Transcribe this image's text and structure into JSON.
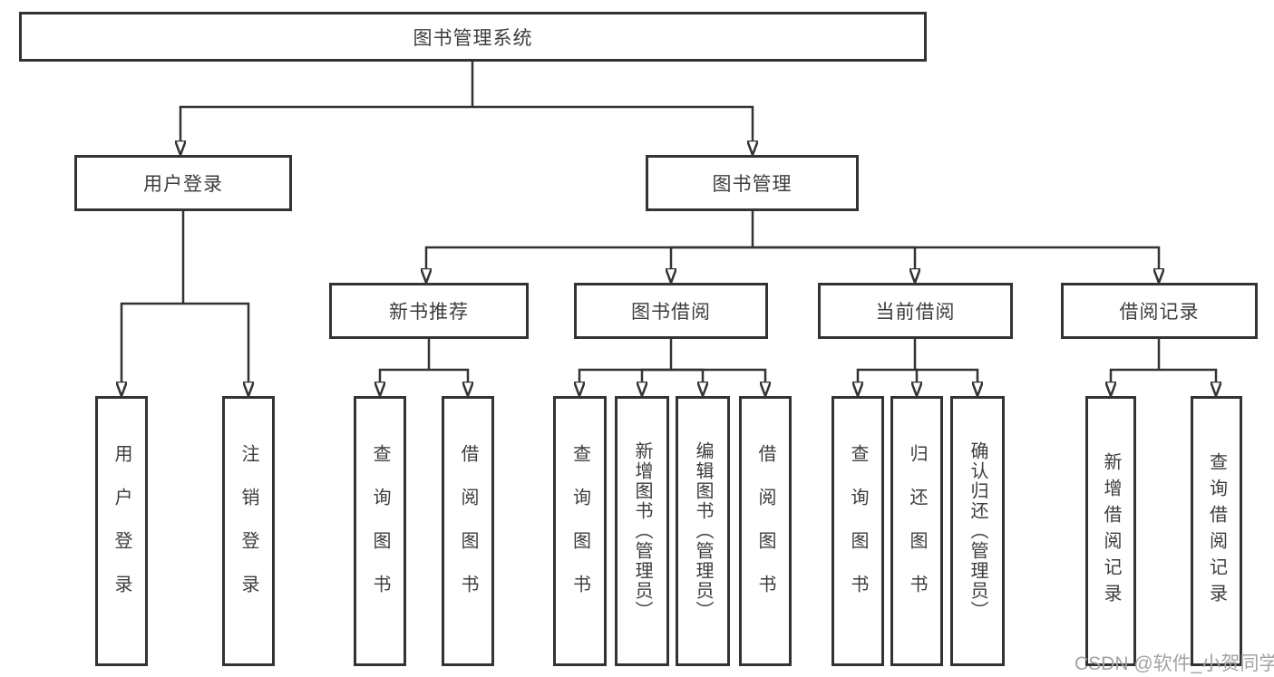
{
  "diagram_title": "图书管理系统",
  "watermark": "CSDN @软件_小贺同学",
  "colors": {
    "line": "#333333",
    "node_border": "#333333",
    "node_text": "#3d3d3d",
    "watermark_text": "#a3a3a3",
    "background": "#ffffff"
  },
  "tree": {
    "root": {
      "label": "图书管理系统"
    },
    "branches": [
      {
        "label": "用户登录",
        "children": [
          {
            "label": "用户登录"
          },
          {
            "label": "注销登录"
          }
        ]
      },
      {
        "label": "图书管理",
        "children": [
          {
            "label": "新书推荐",
            "children": [
              {
                "label": "查询图书"
              },
              {
                "label": "借阅图书"
              }
            ]
          },
          {
            "label": "图书借阅",
            "children": [
              {
                "label": "查询图书"
              },
              {
                "label": "新增图书（管理员）"
              },
              {
                "label": "编辑图书（管理员）"
              },
              {
                "label": "借阅图书"
              }
            ]
          },
          {
            "label": "当前借阅",
            "children": [
              {
                "label": "查询图书"
              },
              {
                "label": "归还图书"
              },
              {
                "label": "确认归还（管理员）"
              }
            ]
          },
          {
            "label": "借阅记录",
            "children": [
              {
                "label": "新增借阅记录"
              },
              {
                "label": "查询借阅记录"
              }
            ]
          }
        ]
      }
    ]
  }
}
